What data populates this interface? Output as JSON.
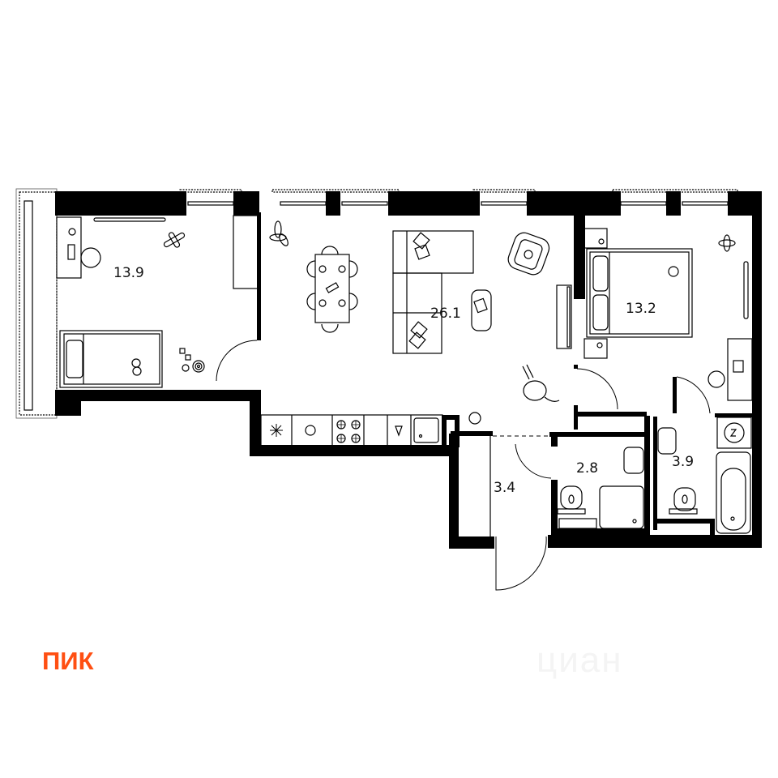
{
  "plan": {
    "rooms": [
      {
        "id": "kids-room",
        "area": "13.9"
      },
      {
        "id": "living-kitchen",
        "area": "26.1"
      },
      {
        "id": "bedroom",
        "area": "13.2"
      },
      {
        "id": "hallway",
        "area": "3.4"
      },
      {
        "id": "bathroom-small",
        "area": "2.8"
      },
      {
        "id": "bathroom-large",
        "area": "3.9"
      }
    ],
    "kitchen_modules": [
      "fridge-icon",
      "dishwasher-icon",
      "stove-icon",
      "counter",
      "faucet-icon",
      "sink-icon"
    ]
  },
  "branding": {
    "logo_text": "ПИК",
    "logo_color": "#ff4f12",
    "watermark_text": "циан"
  }
}
